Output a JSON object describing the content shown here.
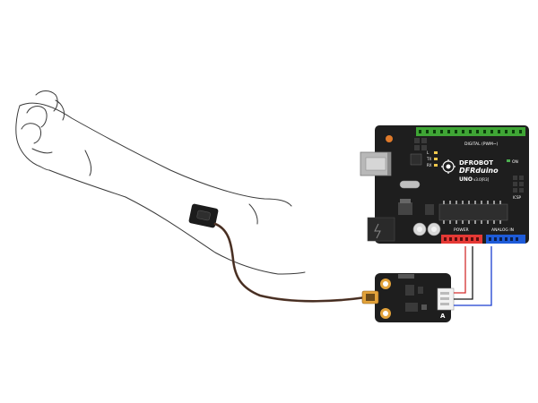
{
  "board": {
    "brand": "DFROBOT",
    "name": "DFRduino",
    "model": "UNO",
    "version": "v3.0[R3]",
    "label_digital": "DIGITAL (PWM~)",
    "label_power": "POWER",
    "label_analog": "ANALOG IN",
    "label_on": "ON",
    "label_icsp": "ICSP",
    "label_tx": "TX",
    "label_rx": "RX",
    "label_l": "L"
  },
  "sensor_module": {
    "mark": "A"
  },
  "colors": {
    "board": "#1e1e1e",
    "header_green": "#3fa535",
    "header_red": "#e53935",
    "header_blue": "#1e5bd8",
    "wire_red": "#d32f2f",
    "wire_black": "#1a1a1a",
    "wire_blue": "#1a3fd1",
    "cable": "#5a3a2a",
    "connector_gold": "#e2a23a"
  }
}
